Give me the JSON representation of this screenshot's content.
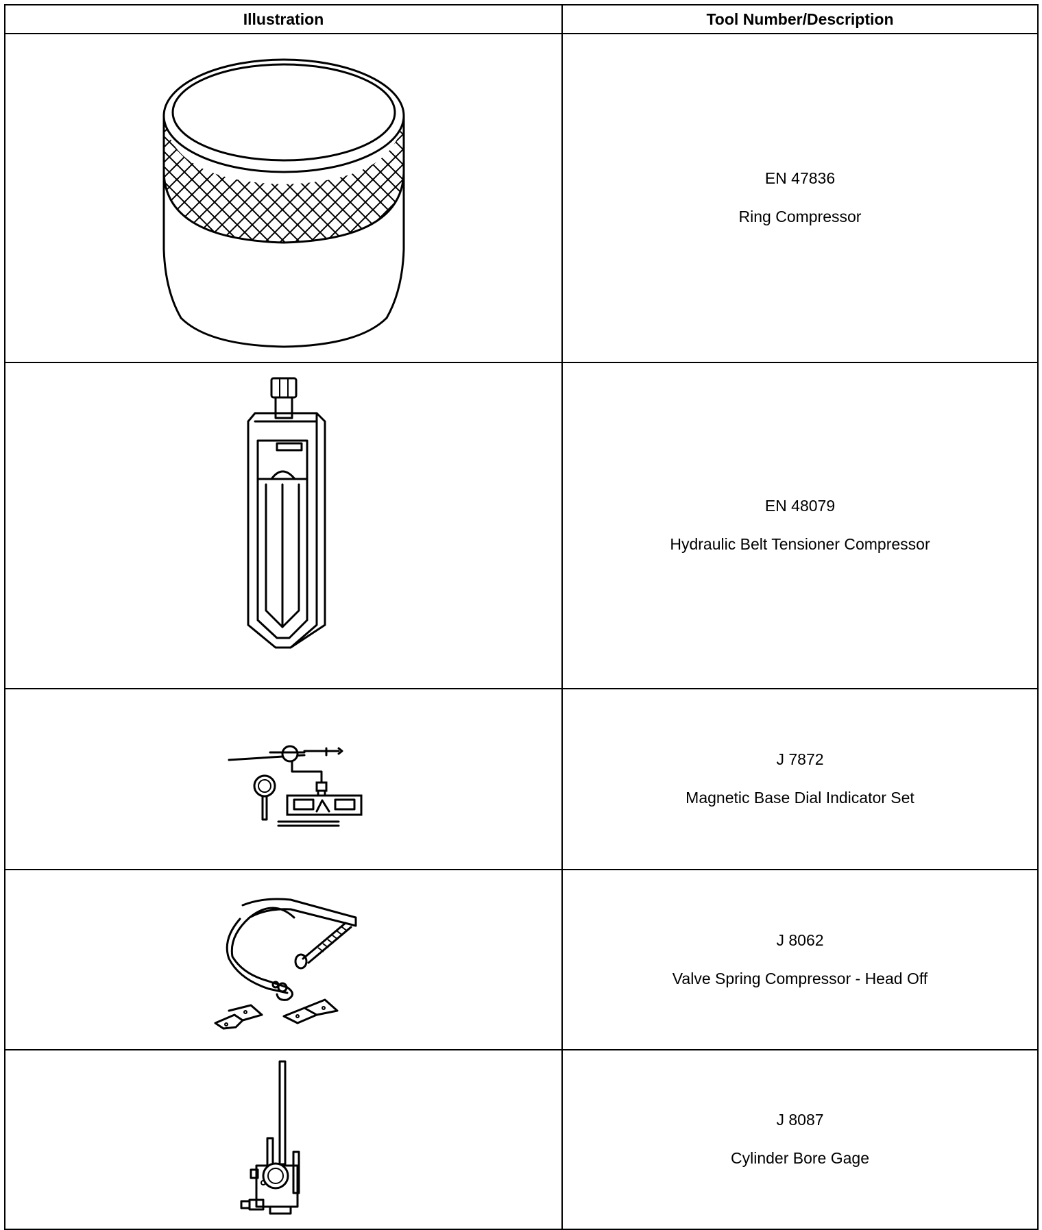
{
  "header": {
    "illustration": "Illustration",
    "tool": "Tool Number/Description"
  },
  "rows": [
    {
      "number": "EN 47836",
      "description": "Ring Compressor"
    },
    {
      "number": "EN 48079",
      "description": "Hydraulic Belt Tensioner Compressor"
    },
    {
      "number": "J 7872",
      "description": "Magnetic Base Dial Indicator Set"
    },
    {
      "number": "J 8062",
      "description": "Valve Spring Compressor - Head Off"
    },
    {
      "number": "J 8087",
      "description": "Cylinder Bore Gage"
    }
  ]
}
